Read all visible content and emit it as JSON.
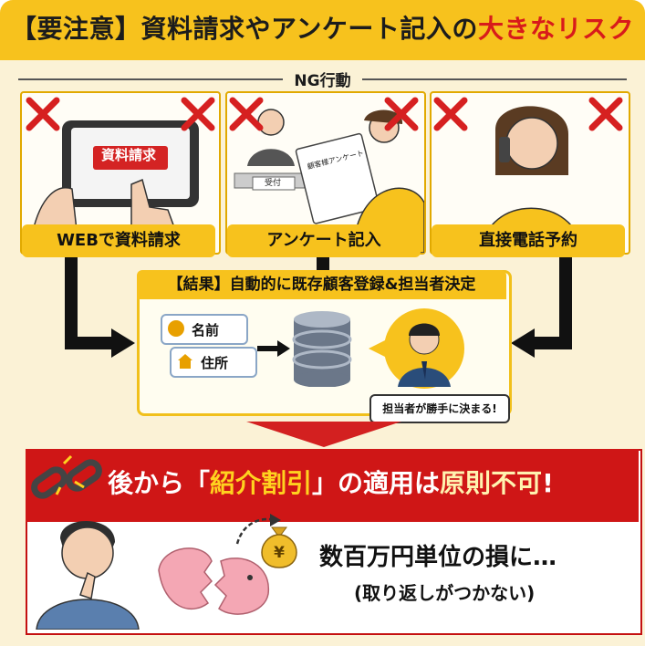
{
  "title": {
    "prefix": "【要注意】資料請求やアンケート記入の",
    "highlight": "大きなリスク"
  },
  "ng_section": {
    "label": "NG行動",
    "items": [
      {
        "label": "WEBで資料請求",
        "screen_text": "資料請求"
      },
      {
        "label": "アンケート記入",
        "form_text": "顧客様アンケート",
        "desk_text": "受付"
      },
      {
        "label": "直接電話予約"
      }
    ]
  },
  "result": {
    "title": "【結果】自動的に既存顧客登録&担当者決定",
    "field_name": "名前",
    "field_address": "住所",
    "bubble": "担当者が勝手に決まる!"
  },
  "warning": {
    "part1": "後から「",
    "highlight": "紹介割引",
    "part2": "」の適用は",
    "emphasis": "原則不可",
    "part3": "!",
    "money_symbol": "¥",
    "loss_line1": "数百万円単位の損に…",
    "loss_line2": "(取り返しがつかない)"
  },
  "colors": {
    "yellow": "#f7c21d",
    "red": "#cf1616",
    "cream": "#fbf2d6",
    "cross": "#d62020"
  }
}
